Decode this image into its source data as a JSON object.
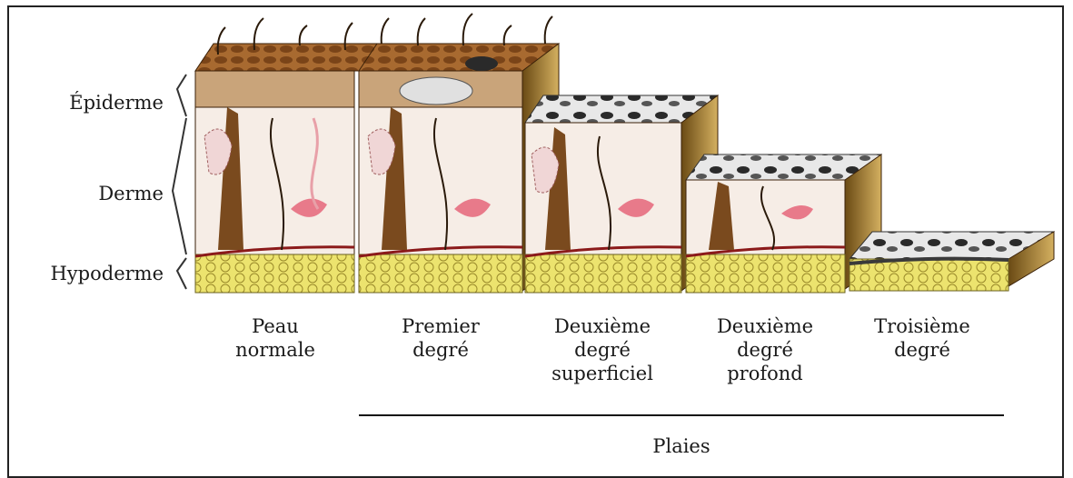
{
  "layers": {
    "epiderme": "Épiderme",
    "derme": "Derme",
    "hypoderme": "Hypoderme"
  },
  "stages": [
    {
      "lines": [
        "Peau",
        "normale"
      ]
    },
    {
      "lines": [
        "Premier",
        "degré"
      ]
    },
    {
      "lines": [
        "Deuxième",
        "degré",
        "superficiel"
      ]
    },
    {
      "lines": [
        "Deuxième",
        "degré",
        "profond"
      ]
    },
    {
      "lines": [
        "Troisième",
        "degré"
      ]
    }
  ],
  "group_label": "Plaies",
  "colors": {
    "epidermis_top": "#7a4a1e",
    "dermis": "#f6ede6",
    "hypodermis": "#e8e06a",
    "side_face": "#b08a3c",
    "vessel": "#8b1a1a",
    "gland": "#e87a8a",
    "burn": "#3a3a3a"
  }
}
